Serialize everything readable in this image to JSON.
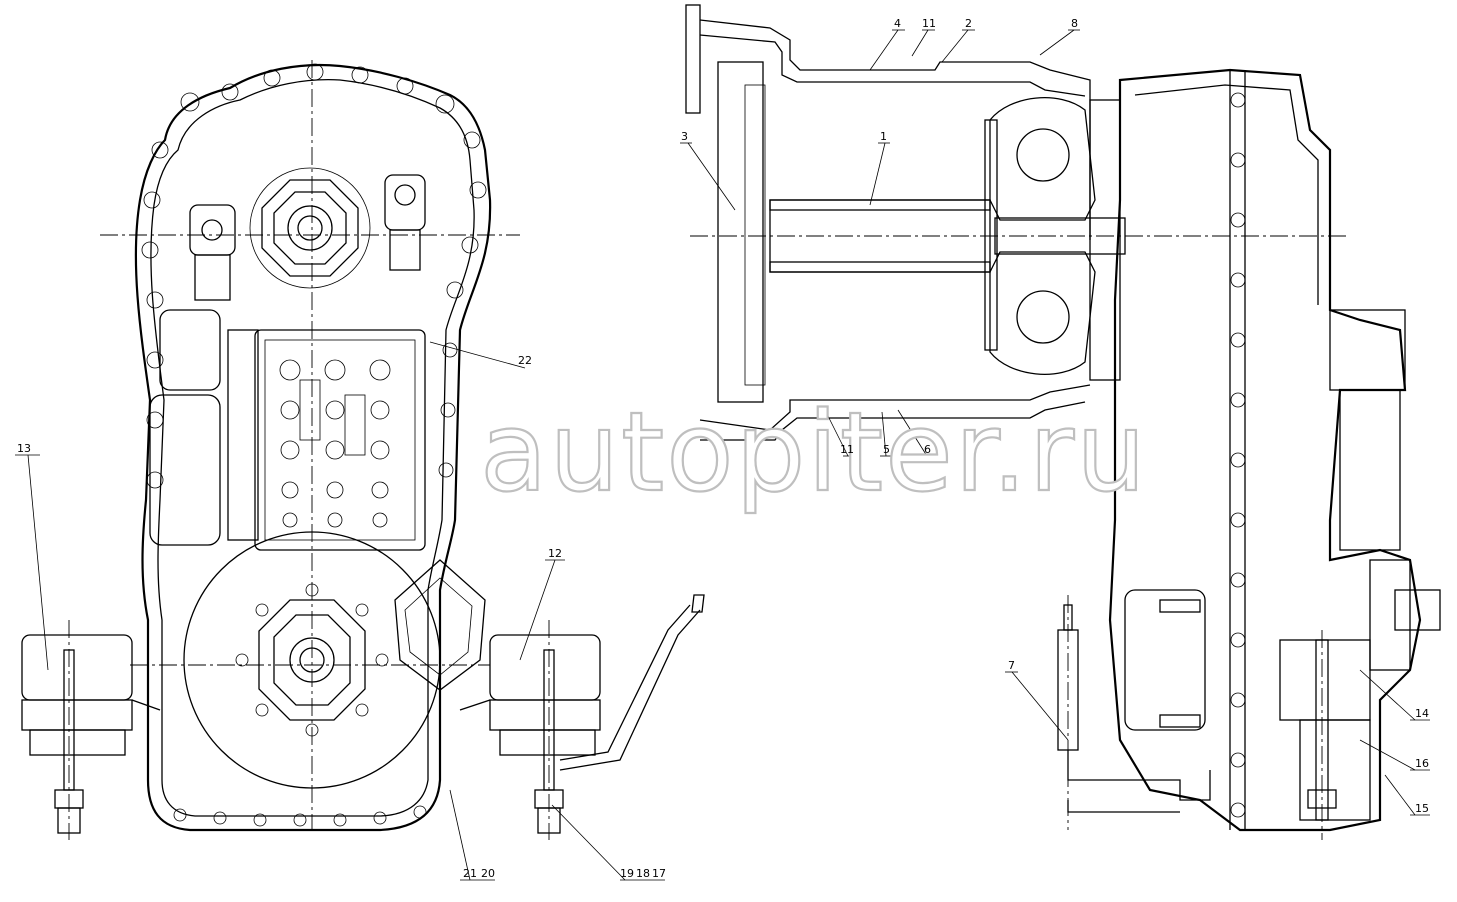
{
  "watermark": "autopiter.ru",
  "callouts": {
    "c1": "1",
    "c2": "2",
    "c3": "3",
    "c4": "4",
    "c5": "5",
    "c6": "6",
    "c7": "7",
    "c8": "8",
    "c11_top": "11",
    "c11_bottom": "11",
    "c12": "12",
    "c13": "13",
    "c14": "14",
    "c15": "15",
    "c16": "16",
    "c17": "17",
    "c18": "18",
    "c19": "19",
    "c20": "20",
    "c21": "21",
    "c22": "22"
  }
}
